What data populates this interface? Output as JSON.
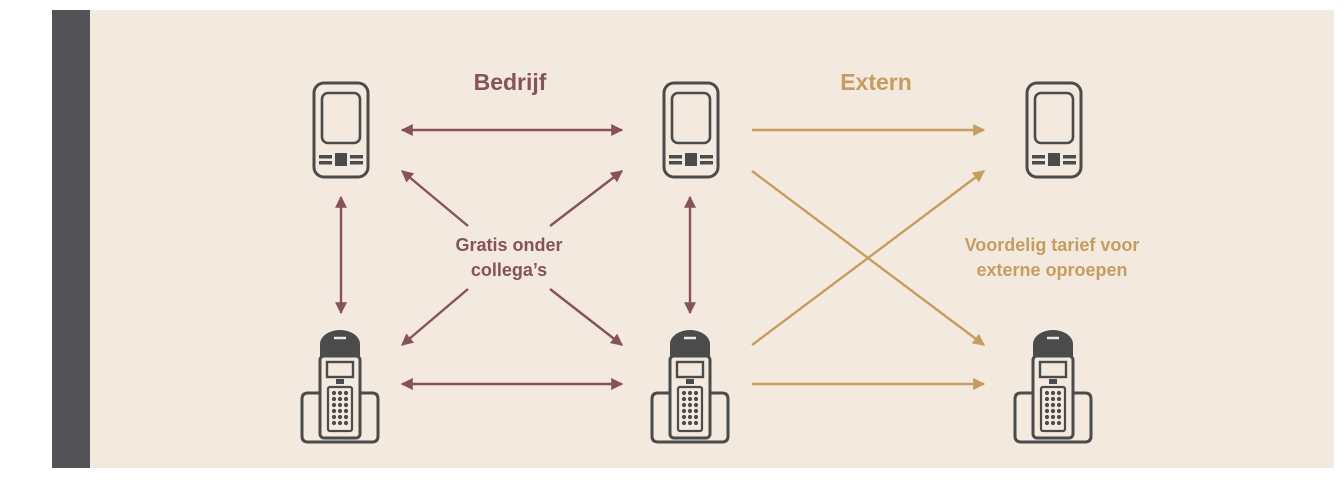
{
  "labels": {
    "internal_heading": "Bedrijf",
    "external_heading": "Extern",
    "internal_note": [
      "Gratis onder",
      "collega’s"
    ],
    "external_note": [
      "Voordelig tarief voor",
      "externe oproepen"
    ]
  },
  "colors": {
    "internal": "#86525c",
    "external": "#c59d60",
    "panel_bg": "#f3e9df",
    "side_bar": "#535256",
    "device_stroke": "#4b4b4b"
  },
  "devices": [
    {
      "id": "mobile-1",
      "kind": "mobile-phone-icon"
    },
    {
      "id": "mobile-2",
      "kind": "mobile-phone-icon"
    },
    {
      "id": "mobile-3",
      "kind": "mobile-phone-icon"
    },
    {
      "id": "cordless-1",
      "kind": "cordless-phone-icon"
    },
    {
      "id": "cordless-2",
      "kind": "cordless-phone-icon"
    },
    {
      "id": "cordless-3",
      "kind": "cordless-phone-icon"
    }
  ]
}
